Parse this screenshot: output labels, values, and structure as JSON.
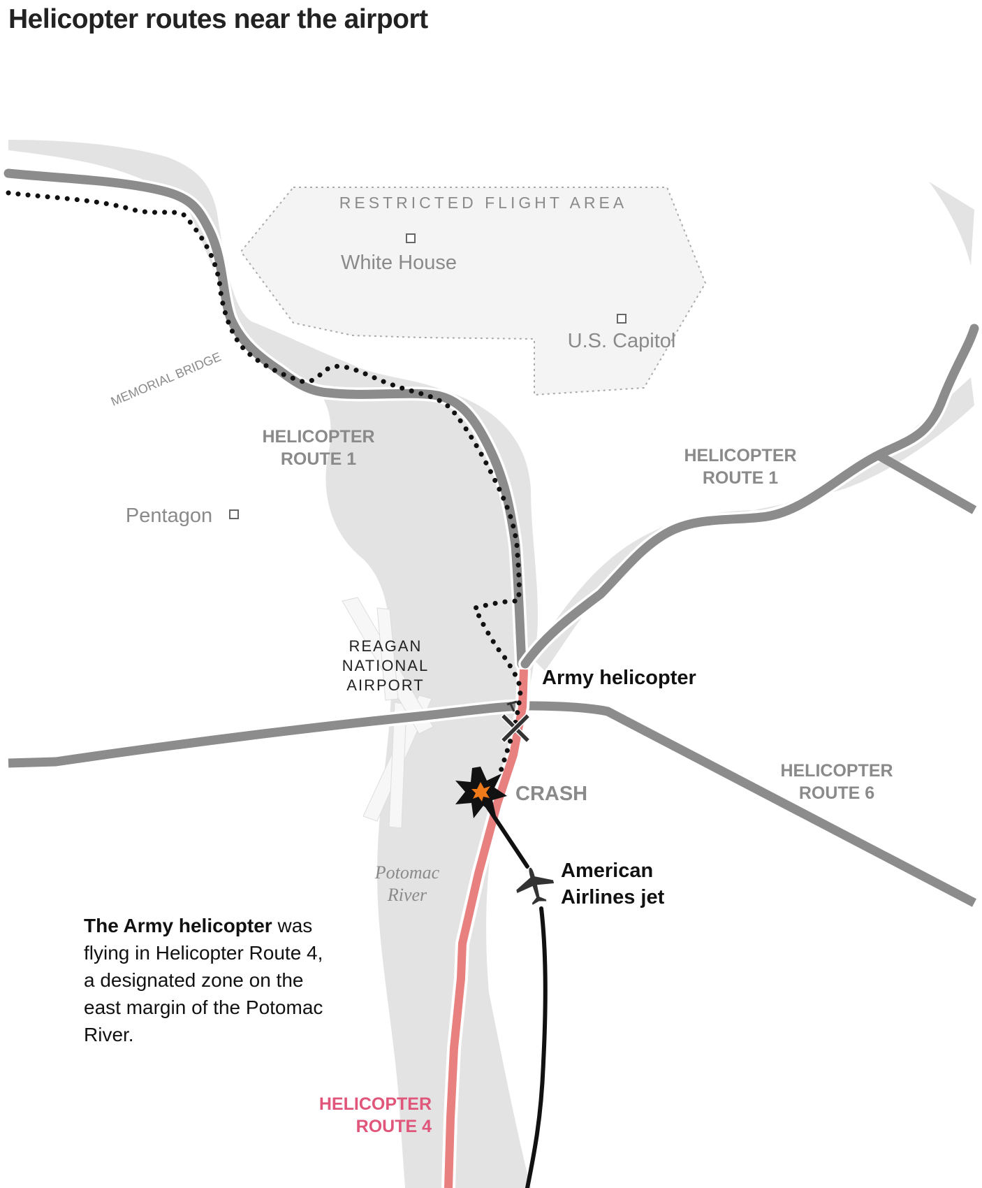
{
  "title": "Helicopter routes near the airport",
  "labels": {
    "restricted_area": "RESTRICTED FLIGHT AREA",
    "white_house": "White House",
    "capitol": "U.S. Capitol",
    "memorial_bridge": "MEMORIAL BRIDGE",
    "pentagon": "Pentagon",
    "route1_west_line1": "HELICOPTER",
    "route1_west_line2": "ROUTE 1",
    "route1_east_line1": "HELICOPTER",
    "route1_east_line2": "ROUTE 1",
    "route6_line1": "HELICOPTER",
    "route6_line2": "ROUTE 6",
    "route4_line1": "HELICOPTER",
    "route4_line2": "ROUTE 4",
    "airport_line1": "REAGAN",
    "airport_line2": "NATIONAL",
    "airport_line3": "AIRPORT",
    "army_helicopter": "Army helicopter",
    "crash": "CRASH",
    "jet_line1": "American",
    "jet_line2": "Airlines jet",
    "river_line1": "Potomac",
    "river_line2": "River"
  },
  "caption": {
    "bold": "The Army helicopter",
    "text": " was flying in Helicopter Route 4, a designated zone on the east margin of the Potomac River."
  },
  "colors": {
    "land_water": "#e4e4e4",
    "route_gray": "#8c8c8c",
    "route4": "#e88080",
    "route4_label": "#e0567a",
    "crash_burst": "#f07a1a"
  }
}
